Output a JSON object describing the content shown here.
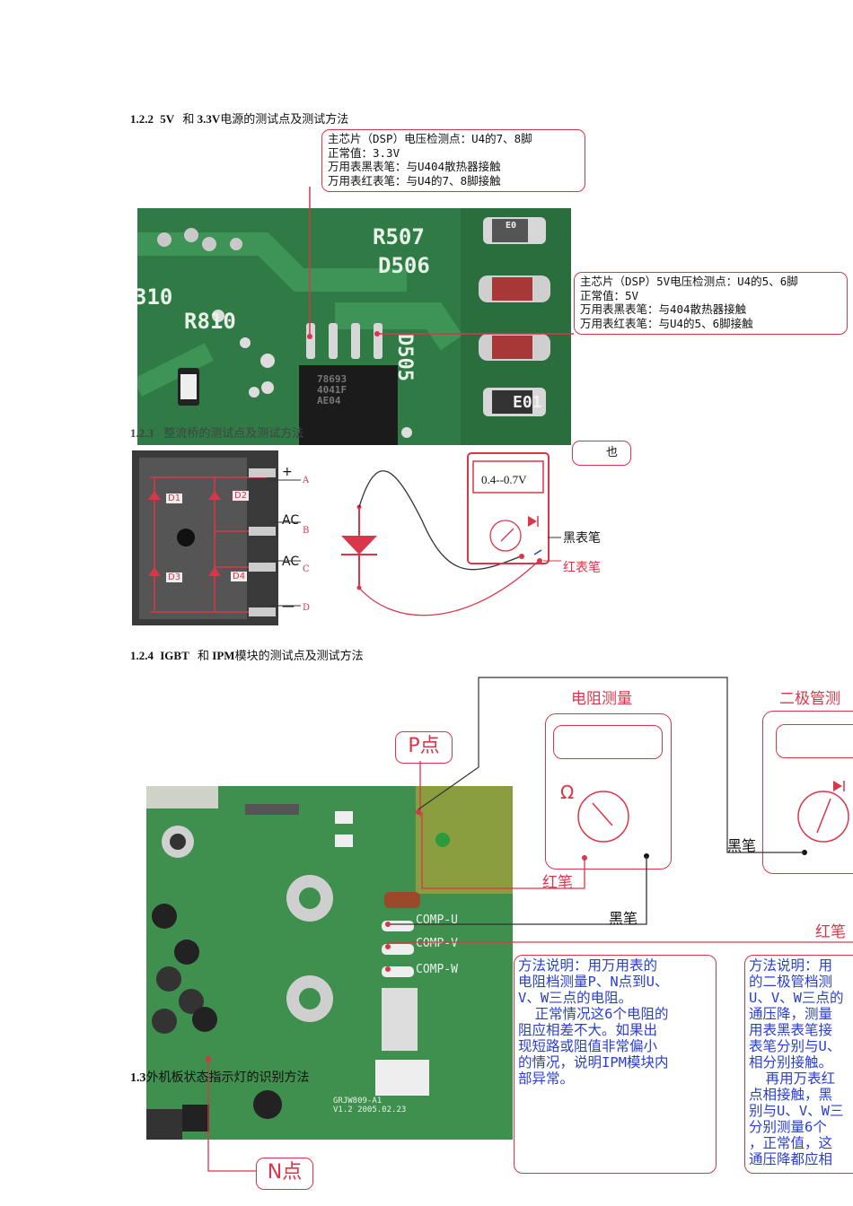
{
  "sections": {
    "s122": {
      "num": "1.2.2",
      "a": "5V",
      "mid": "和",
      "b": "3.3V",
      "rest": "电源的测试点及测试方法"
    },
    "s123": {
      "num": "1.2.3",
      "rest": "整流桥的测试点及测试方法"
    },
    "s124": {
      "num": "1.2.4",
      "a": "IGBT",
      "mid": "和",
      "b": "IPM",
      "rest": "模块的测试点及测试方法"
    },
    "s13": {
      "num": "1.3",
      "rest": "外机板状态指示灯的识别方法"
    }
  },
  "callout_33v": {
    "line1": "主芯片（DSP）电压检测点：U4的7、8脚",
    "line2": "正常值：3.3V",
    "line3": "万用表黑表笔：与U404散热器接触",
    "line4": "万用表红表笔：与U4的7、8脚接触"
  },
  "callout_5v": {
    "line1": "主芯片（DSP）5V电压检测点：U4的5、6脚",
    "line2": "正常值：5V",
    "line3": "万用表黑表笔：与404散热器接触",
    "line4": "万用表红表笔：与U4的5、6脚接触"
  },
  "pcb1": {
    "r507": "R507",
    "d506": "D506",
    "r810": "R810",
    "l10": "310",
    "d505": "D505",
    "e01": "E01",
    "e0": "E0",
    "chip": "78693\n4041F\nAE04"
  },
  "bridge": {
    "d1": "D1",
    "d2": "D2",
    "d3": "D3",
    "d4": "D4",
    "ac1": "AC",
    "ac2": "AC",
    "pin_a": "A",
    "pin_b": "B",
    "pin_c": "C",
    "pin_d": "D",
    "plus": "+",
    "minus": "—",
    "meter_reading": "0.4--0.7V",
    "black_probe": "黑表笔",
    "red_probe": "红表笔",
    "partial_tag": "也"
  },
  "ipm": {
    "p_point": "P点",
    "n_point": "N点",
    "resistance_title": "电阻测量",
    "diode_title": "二极管测",
    "red_pen_1": "红笔",
    "black_pen_1": "黑笔",
    "black_pen_2": "黑笔",
    "red_pen_2": "红笔",
    "comp_u": "COMP-U",
    "comp_v": "COMP-V",
    "comp_w": "COMP-W",
    "board_id": "GRJW809-A1\nV1.2 2005.02.23",
    "note_left": "方法说明：用万用表的\n电阻档测量P、N点到U、\nV、W三点的电阻。\n  正常情况这6个电阻的\n阻应相差不大。如果出\n现短路或阻值非常偏小\n的情况，说明IPM模块内\n部异常。",
    "note_right": "方法说明：用\n的二极管档测\nU、V、W三点的\n通压降，测量\n用表黑表笔接\n表笔分别与U、\n相分别接触。\n  再用万表红\n点相接触，黑\n别与U、V、W三\n分别测量6个\n，正常值，这\n通压降都应相"
  },
  "colors": {
    "accent": "#d9364a",
    "note_text": "#2a3ecf",
    "pcb_green": "#2f7a45"
  }
}
